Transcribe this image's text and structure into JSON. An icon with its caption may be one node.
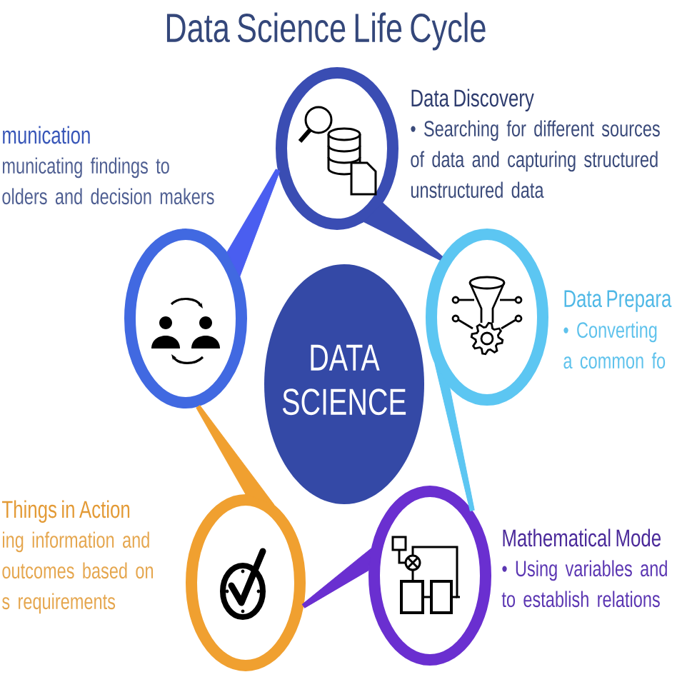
{
  "diagram": {
    "title": "Data Science Life Cycle",
    "nodes": [
      {
        "text": [
          "Data Discovery",
          "• Searching for different sources of data and capturing structured unstructured data"
        ]
      },
      {
        "text": [
          "munication",
          "municating findings to olders and decision makers"
        ]
      },
      {
        "text": [
          "Data Prepara",
          "• Converting a common fo"
        ]
      },
      {
        "text": [
          "DATA SCIENCE"
        ]
      },
      {
        "text": [
          "Things in Action",
          "ing information and outcomes based on s requirements"
        ]
      },
      {
        "text": [
          "Mathematical Mode",
          "• Using variables and to establish relations"
        ]
      }
    ],
    "edges": [
      {
        "from": 0,
        "to": 2,
        "arrow": "none",
        "color": "#3a4db3"
      },
      {
        "from": 2,
        "to": 5,
        "arrow": "none",
        "color": "#5cc6f2"
      },
      {
        "from": 5,
        "to": 4,
        "arrow": "none",
        "color": "#6a2fd0"
      },
      {
        "from": 4,
        "to": 1,
        "arrow": "none",
        "color": "#f0a030"
      },
      {
        "from": 1,
        "to": 0,
        "arrow": "none",
        "color": "#4a5ef0"
      }
    ]
  }
}
